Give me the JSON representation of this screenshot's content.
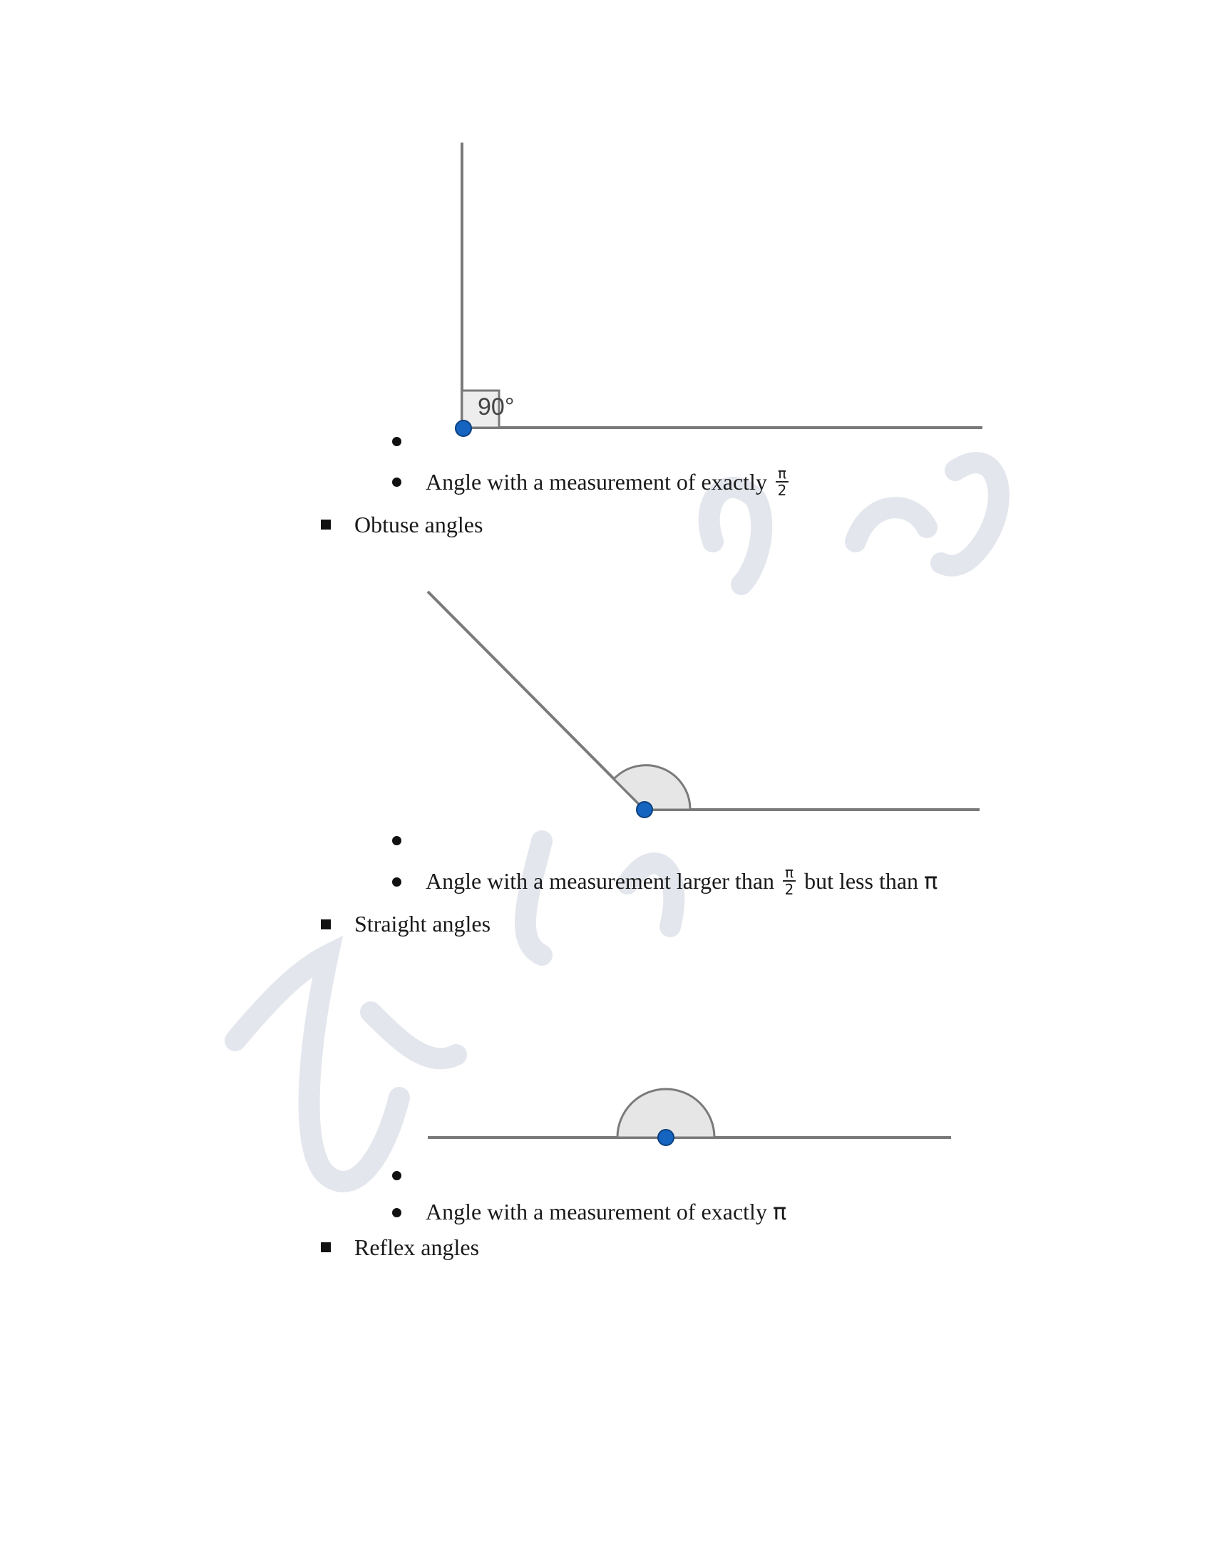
{
  "right_angle": {
    "diagram_label": "90°",
    "description_prefix": "Angle with a measurement of exactly ",
    "fraction": {
      "numerator": "π",
      "denominator": "2"
    }
  },
  "obtuse": {
    "heading": "Obtuse angles",
    "description_prefix": "Angle with a measurement larger than ",
    "fraction": {
      "numerator": "π",
      "denominator": "2"
    },
    "description_suffix": " but less than ",
    "pi": "π"
  },
  "straight": {
    "heading": "Straight angles",
    "description_prefix": "Angle with a measurement of exactly ",
    "pi": "π"
  },
  "reflex": {
    "heading": "Reflex angles"
  },
  "colors": {
    "vertex": "#1565c0",
    "ray": "#7a7a7a",
    "arc_fill": "#e6e6e6",
    "watermark": "#e3e5ec"
  }
}
